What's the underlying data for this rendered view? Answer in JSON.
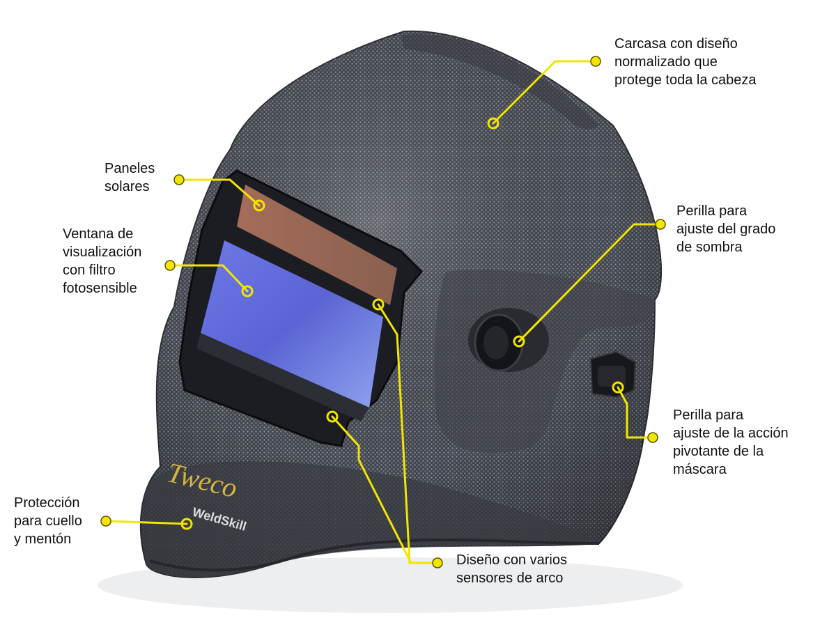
{
  "colors": {
    "background": "#ffffff",
    "callout_line": "#f2e600",
    "shell": "#4a4d54",
    "window_blue": "#5c67d8",
    "solar_panel": "#9c6a58",
    "logo_gold": "#d7b342"
  },
  "callouts": {
    "shell": {
      "lines": [
        "Carcasa con diseño",
        "normalizado que",
        "protege toda la cabeza"
      ]
    },
    "solar": {
      "lines": [
        "Paneles",
        "solares"
      ]
    },
    "window": {
      "lines": [
        "Ventana de",
        "visualización",
        "con filtro",
        "fotosensible"
      ]
    },
    "shade": {
      "lines": [
        "Perilla para",
        "ajuste del grado",
        "de sombra"
      ]
    },
    "pivot": {
      "lines": [
        "Perilla para",
        "ajuste de la acción",
        "pivotante de la",
        "máscara"
      ]
    },
    "neck": {
      "lines": [
        "Protección",
        "para cuello",
        "y mentón"
      ]
    },
    "sensors": {
      "lines": [
        "Diseño con varios",
        "sensores de arco"
      ]
    }
  },
  "product": {
    "logo": "Tweco",
    "model": "WeldSkill"
  }
}
